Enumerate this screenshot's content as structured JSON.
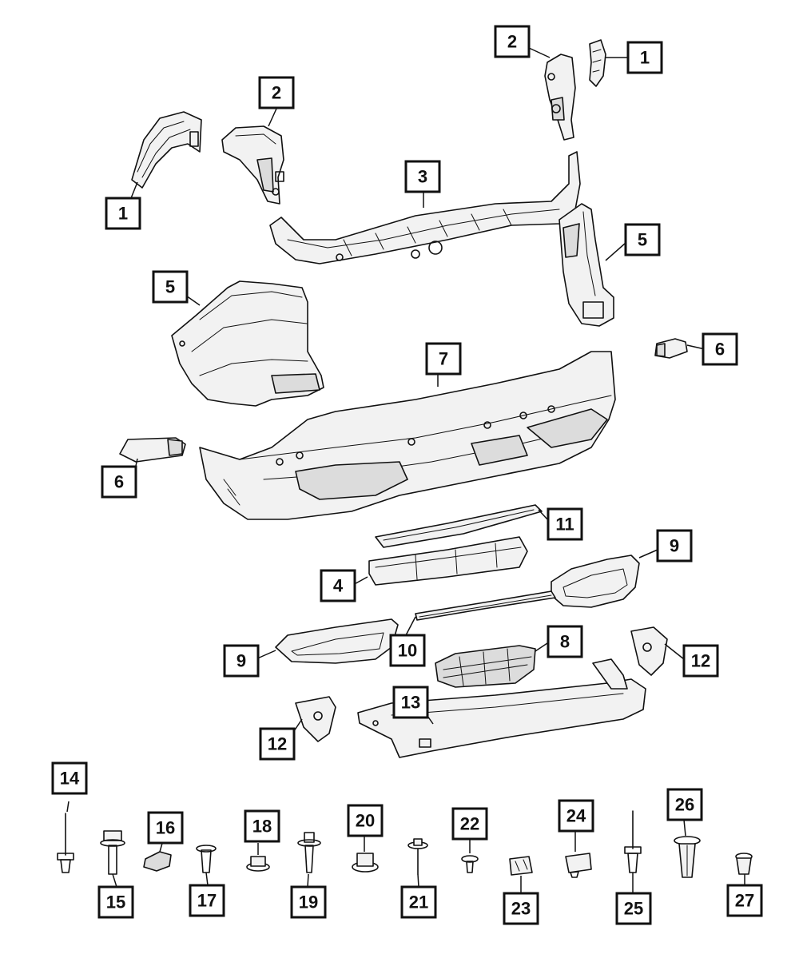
{
  "callouts": [
    {
      "id": "c1a",
      "label": "1"
    },
    {
      "id": "c1b",
      "label": "1"
    },
    {
      "id": "c2a",
      "label": "2"
    },
    {
      "id": "c2b",
      "label": "2"
    },
    {
      "id": "c3",
      "label": "3"
    },
    {
      "id": "c4",
      "label": "4"
    },
    {
      "id": "c5a",
      "label": "5"
    },
    {
      "id": "c5b",
      "label": "5"
    },
    {
      "id": "c6a",
      "label": "6"
    },
    {
      "id": "c6b",
      "label": "6"
    },
    {
      "id": "c7",
      "label": "7"
    },
    {
      "id": "c8",
      "label": "8"
    },
    {
      "id": "c9a",
      "label": "9"
    },
    {
      "id": "c9b",
      "label": "9"
    },
    {
      "id": "c10",
      "label": "10"
    },
    {
      "id": "c11",
      "label": "11"
    },
    {
      "id": "c12a",
      "label": "12"
    },
    {
      "id": "c12b",
      "label": "12"
    },
    {
      "id": "c13",
      "label": "13"
    },
    {
      "id": "c14",
      "label": "14"
    },
    {
      "id": "c15",
      "label": "15"
    },
    {
      "id": "c16",
      "label": "16"
    },
    {
      "id": "c17",
      "label": "17"
    },
    {
      "id": "c18",
      "label": "18"
    },
    {
      "id": "c19",
      "label": "19"
    },
    {
      "id": "c20",
      "label": "20"
    },
    {
      "id": "c21",
      "label": "21"
    },
    {
      "id": "c22",
      "label": "22"
    },
    {
      "id": "c23",
      "label": "23"
    },
    {
      "id": "c24",
      "label": "24"
    },
    {
      "id": "c25",
      "label": "25"
    },
    {
      "id": "c26",
      "label": "26"
    },
    {
      "id": "c27",
      "label": "27"
    }
  ]
}
